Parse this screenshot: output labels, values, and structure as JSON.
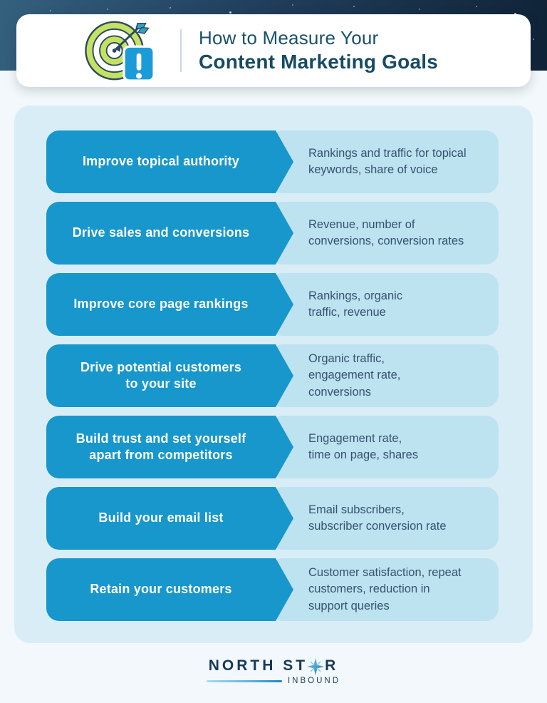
{
  "header": {
    "title_line1": "How to Measure Your",
    "title_line2": "Content Marketing Goals",
    "icon": "target-arrow-alert-icon"
  },
  "rows": [
    {
      "goal": "Improve topical authority",
      "metrics": "Rankings and traffic for topical\nkeywords, share of voice"
    },
    {
      "goal": "Drive sales and conversions",
      "metrics": "Revenue, number of\nconversions, conversion rates"
    },
    {
      "goal": "Improve core page rankings",
      "metrics": "Rankings, organic\ntraffic, revenue"
    },
    {
      "goal": "Drive potential customers\nto your site",
      "metrics": "Organic traffic,\nengagement rate,\nconversions"
    },
    {
      "goal": "Build trust and set yourself\napart from competitors",
      "metrics": "Engagement rate,\ntime on page, shares"
    },
    {
      "goal": "Build your email list",
      "metrics": "Email subscribers,\nsubscriber conversion rate"
    },
    {
      "goal": "Retain your customers",
      "metrics": "Customer satisfaction, repeat\ncustomers, reduction in\nsupport queries"
    }
  ],
  "footer": {
    "brand_part1": "NORTH ST",
    "brand_part2": "R",
    "brand_sub": "INBOUND",
    "star_icon": "north-star-icon"
  },
  "colors": {
    "band_left": "#34607e",
    "band_right": "#102337",
    "card_bg": "#ffffff",
    "title_text": "#174b63",
    "panel_bg": "#d9edf7",
    "goal_bg": "#1797cc",
    "metric_bg": "#bde2f0",
    "metric_text": "#36536e",
    "logo_navy": "#173a57",
    "target_green": "#c4e162",
    "alert_blue": "#1b9cd8",
    "arrow_teal": "#2fa3c0"
  }
}
